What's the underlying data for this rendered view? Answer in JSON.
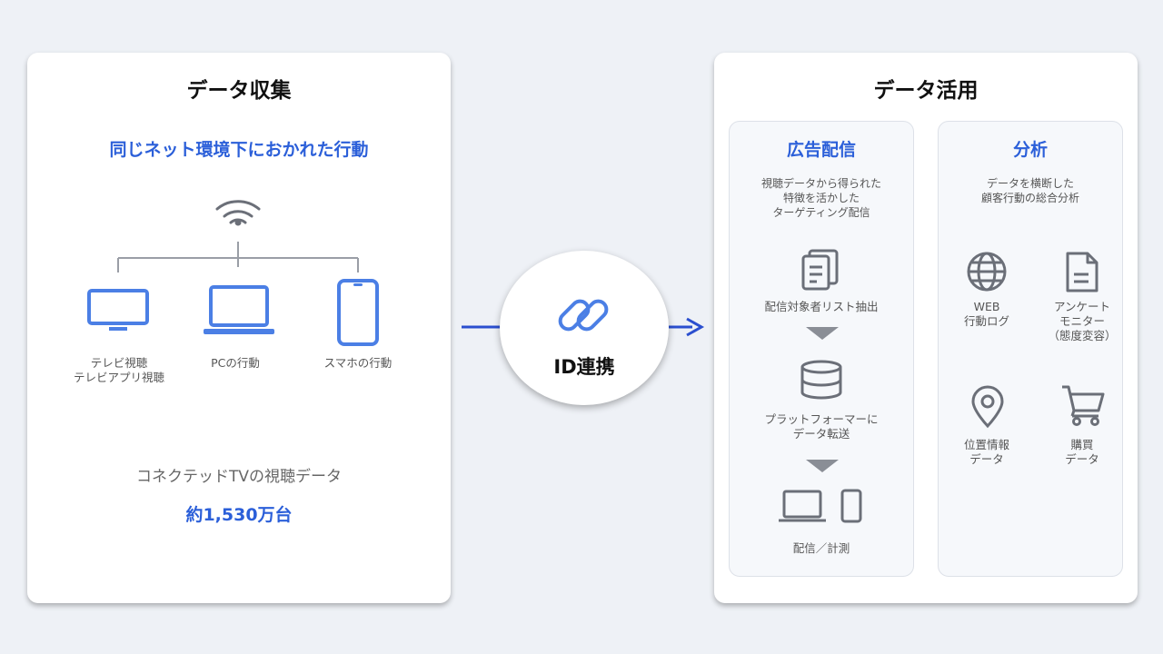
{
  "collection": {
    "title": "データ収集",
    "subtitle": "同じネット環境下におかれた行動",
    "devices": [
      {
        "icon": "tv-icon",
        "label_line1": "テレビ視聴",
        "label_line2": "テレビアプリ視聴"
      },
      {
        "icon": "laptop-icon",
        "label_line1": "PCの行動"
      },
      {
        "icon": "smartphone-icon",
        "label_line1": "スマホの行動"
      }
    ],
    "data_caption": "コネクテッドTVの視聴データ",
    "data_count": "約1,530万台"
  },
  "link": {
    "label": "ID連携",
    "icon": "link-icon"
  },
  "utilization": {
    "title": "データ活用",
    "ad_panel": {
      "title": "広告配信",
      "desc_line1": "視聴データから得られた",
      "desc_line2": "特徴を活かした",
      "desc_line3": "ターゲティング配信",
      "steps": [
        {
          "icon": "clipboard-icon",
          "label_line1": "配信対象者リスト抽出"
        },
        {
          "icon": "database-icon",
          "label_line1": "プラットフォーマーに",
          "label_line2": "データ転送"
        },
        {
          "icon": "devices-icon",
          "label_line1": "配信／計測"
        }
      ]
    },
    "analysis_panel": {
      "title": "分析",
      "desc_line1": "データを横断した",
      "desc_line2": "顧客行動の総合分析",
      "items": [
        {
          "icon": "globe-icon",
          "label_line1": "WEB",
          "label_line2": "行動ログ"
        },
        {
          "icon": "document-icon",
          "label_line1": "アンケート",
          "label_line2": "モニター",
          "label_line3": "（態度変容）"
        },
        {
          "icon": "location-pin-icon",
          "label_line1": "位置情報",
          "label_line2": "データ"
        },
        {
          "icon": "cart-icon",
          "label_line1": "購買",
          "label_line2": "データ"
        }
      ]
    }
  },
  "colors": {
    "accent": "#2b5fd9",
    "icon_gray": "#6b6f78",
    "background": "#eef1f6"
  }
}
